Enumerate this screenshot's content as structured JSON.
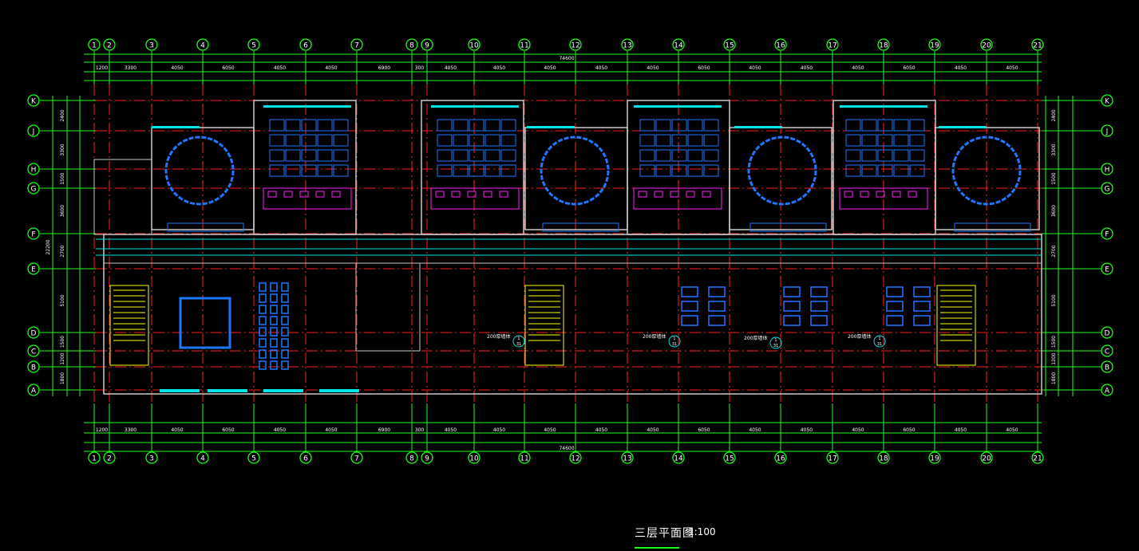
{
  "drawing": {
    "title": "三层平面图",
    "scale": "1:100",
    "overall_width": "74600",
    "overall_depth": "22200"
  },
  "grid": {
    "columns": [
      "1",
      "2",
      "3",
      "4",
      "5",
      "6",
      "7",
      "8",
      "9",
      "10",
      "11",
      "12",
      "13",
      "14",
      "15",
      "16",
      "17",
      "18",
      "19",
      "20",
      "21"
    ],
    "rows": [
      "K",
      "J",
      "H",
      "G",
      "F",
      "E",
      "D",
      "C",
      "B",
      "A"
    ]
  },
  "dimensions": {
    "axis_spacings": [
      "1200",
      "3300",
      "4050",
      "6050",
      "4050",
      "4050",
      "6900",
      "300",
      "4050",
      "4050",
      "4050",
      "4050",
      "4050",
      "6050",
      "4050",
      "4050",
      "4050",
      "6050",
      "4050",
      "4050"
    ],
    "row_spacings": [
      "2400",
      "3300",
      "1500",
      "3600",
      "2700",
      "5100",
      "1500",
      "1200",
      "1800"
    ]
  },
  "annotations": {
    "wall_note": "200厚墙体",
    "detail_ref": "1",
    "detail_sheet": "31"
  },
  "colors": {
    "grid_axis": "#ff2020",
    "dimension": "#1aff1a",
    "wall": "#c8c8c8",
    "furniture": "#1e78ff",
    "window": "#00e5e5",
    "sanitary": "#ff20ff",
    "stair": "#ffff00"
  }
}
